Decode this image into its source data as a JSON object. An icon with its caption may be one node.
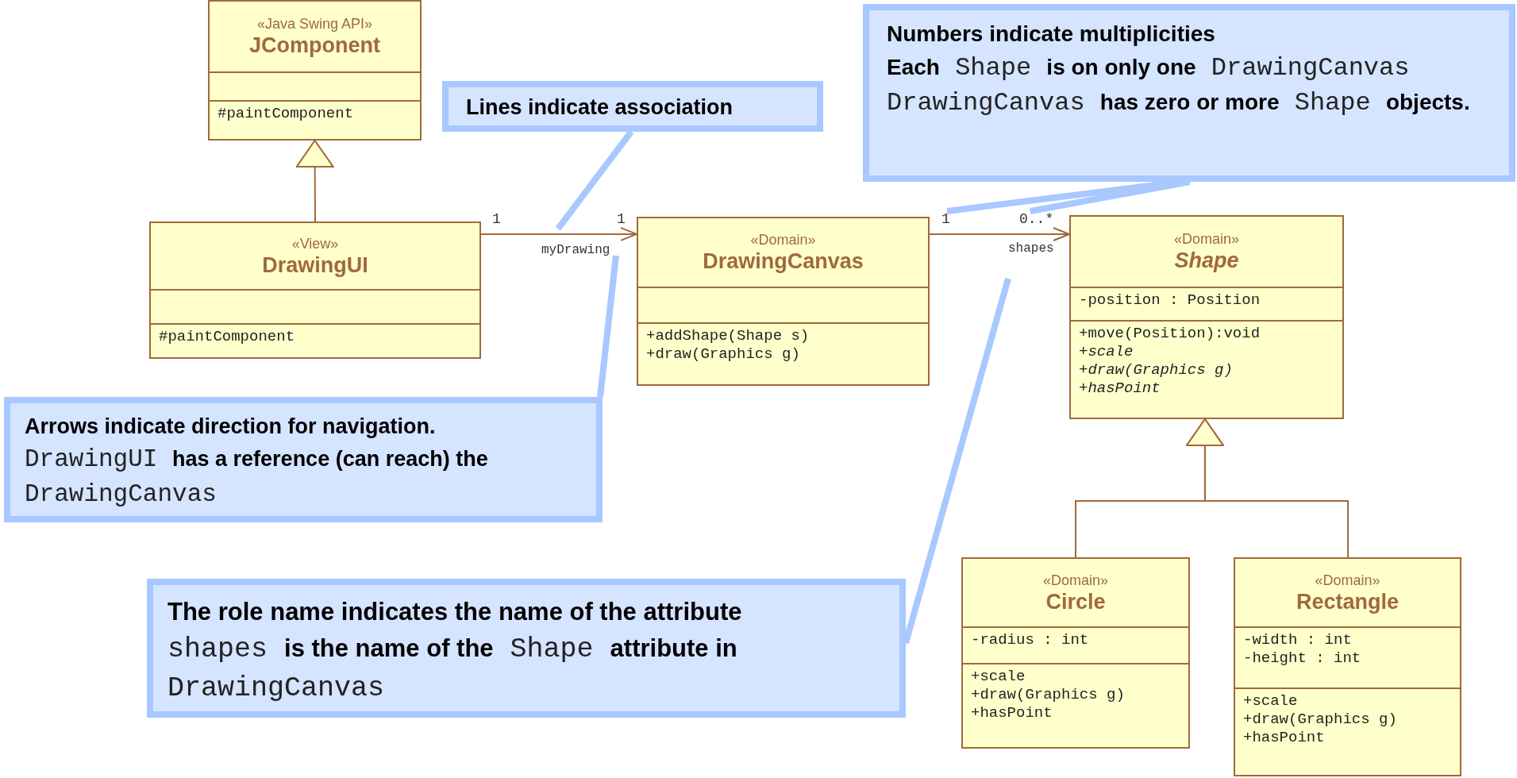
{
  "diagram": {
    "nodes": [
      {
        "text": [
          "«Java Swing API»",
          "JComponent",
          "#paintComponent"
        ]
      },
      {
        "text": [
          "«View»",
          "DrawingUI",
          "#paintComponent"
        ]
      },
      {
        "text": [
          "«Domain»",
          "DrawingCanvas",
          "+addShape(Shape s)",
          "+draw(Graphics g)"
        ]
      },
      {
        "text": [
          "«Domain»",
          "Shape",
          "-position : Position",
          "+move(Position):void",
          "+scale",
          "+draw(Graphics g)",
          "+hasPoint"
        ]
      },
      {
        "text": [
          "«Domain»",
          "Circle",
          "-radius : int",
          "+scale",
          "+draw(Graphics g)",
          "+hasPoint"
        ]
      },
      {
        "text": [
          "«Domain»",
          "Rectangle",
          "-width : int",
          "-height : int",
          "+scale",
          "+draw(Graphics g)",
          "+hasPoint"
        ]
      },
      {
        "text": [
          "Lines indicate association"
        ]
      },
      {
        "text": [
          "Numbers indicate multiplicities",
          "**Each** Shape **is on only one** DrawingCanvas",
          "DrawingCanvas **has zero or more** Shape **objects.**"
        ]
      },
      {
        "text": [
          "Arrows indicate direction for navigation.",
          "DrawingUI **has a reference (can reach) the** DrawingCanvas"
        ]
      },
      {
        "text": [
          "The role name indicates the name of the attribute",
          "shapes **is the name of the** Shape **attribute in** DrawingCanvas"
        ]
      },
      {
        "text": [
          "1"
        ]
      },
      {
        "text": [
          "0..*"
        ]
      }
    ],
    "edges": [
      {
        "from": 1,
        "to": 0,
        "arrow": "to"
      },
      {
        "from": 1,
        "to": 2,
        "arrow": "to",
        "label": "myDrawing"
      },
      {
        "from": 2,
        "to": 3,
        "arrow": "to",
        "label": "shapes"
      },
      {
        "from": 4,
        "to": 3,
        "arrow": "to"
      },
      {
        "from": 5,
        "to": 3,
        "arrow": "to"
      },
      {
        "from": 6,
        "to": null,
        "arrow": "none",
        "style": "thick",
        "color": "#a8c8ff"
      },
      {
        "from": 8,
        "to": null,
        "arrow": "none",
        "style": "thick",
        "color": "#a8c8ff"
      },
      {
        "from": 7,
        "to": 10,
        "arrow": "none",
        "style": "thick",
        "color": "#a8c8ff"
      },
      {
        "from": 7,
        "to": 11,
        "arrow": "none",
        "style": "thick",
        "color": "#a8c8ff"
      },
      {
        "from": 9,
        "to": null,
        "arrow": "none",
        "style": "thick",
        "color": "#a8c8ff"
      }
    ],
    "labels": [
      "1",
      "1"
    ]
  }
}
